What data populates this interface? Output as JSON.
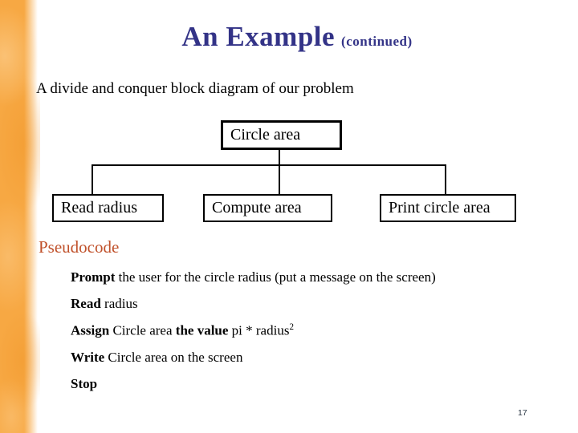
{
  "slide": {
    "title": "An Example",
    "title_suffix": "(continued)",
    "subtitle": "A divide and conquer block diagram of our problem",
    "page_number": "17"
  },
  "diagram": {
    "type": "block-diagram",
    "root_label": "Circle area",
    "children": [
      "Read radius",
      "Compute area",
      "Print circle area"
    ]
  },
  "pseudocode": {
    "heading": "Pseudocode",
    "lines": [
      {
        "segments": [
          {
            "text": "Prompt",
            "bold": true
          },
          {
            "text": " the user for the circle radius (put a message on the screen)",
            "bold": false
          }
        ]
      },
      {
        "segments": [
          {
            "text": "Read",
            "bold": true
          },
          {
            "text": " radius",
            "bold": false
          }
        ]
      },
      {
        "segments": [
          {
            "text": "Assign",
            "bold": true
          },
          {
            "text": " Circle area ",
            "bold": false
          },
          {
            "text": "the value",
            "bold": true
          },
          {
            "text": " pi * radius",
            "bold": false
          },
          {
            "text": "2",
            "bold": false,
            "superscript": true
          }
        ]
      },
      {
        "segments": [
          {
            "text": "Write",
            "bold": true
          },
          {
            "text": " Circle area on the screen",
            "bold": false
          }
        ]
      },
      {
        "segments": [
          {
            "text": "Stop",
            "bold": true
          }
        ]
      }
    ]
  },
  "colors": {
    "title_text": "#333387",
    "subtitle_text": "#000000",
    "pseudocode_heading": "#c0512b",
    "strip_orange": "#f7a843",
    "box_border": "#000000",
    "page_number": "#2e3b47"
  }
}
